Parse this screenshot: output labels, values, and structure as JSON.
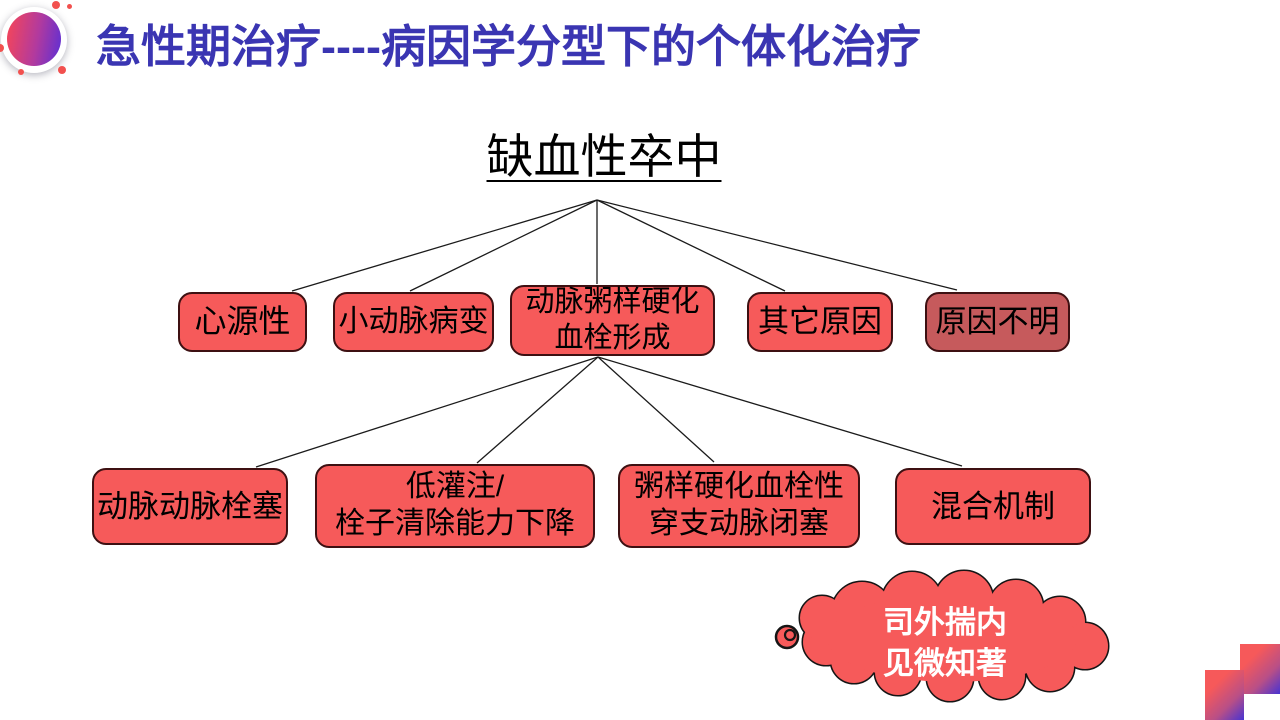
{
  "title": "急性期治疗----病因学分型下的个体化治疗",
  "heading": "缺血性卒中",
  "diagram": {
    "level1": [
      {
        "label": "心源性"
      },
      {
        "label": "小动脉病变"
      },
      {
        "label": "动脉粥样硬化\n血栓形成"
      },
      {
        "label": "其它原因"
      },
      {
        "label": "原因不明"
      }
    ],
    "level2": [
      {
        "label": "动脉动脉栓塞"
      },
      {
        "label": "低灌注/\n栓子清除能力下降"
      },
      {
        "label": "粥样硬化血栓性\n穿支动脉闭塞"
      },
      {
        "label": "混合机制"
      }
    ]
  },
  "callout": {
    "text": "司外揣内\n见微知著"
  },
  "icons": {
    "logo": "gradient-circle-logo",
    "callout_shape": "cloud-callout"
  },
  "colors": {
    "title_text": "#3A35B2",
    "node_fill": "#F65A5A",
    "node_fill_muted": "#C65A5C",
    "node_border": "#3D1012",
    "connector": "#1B1B1B",
    "callout_fill": "#F65A5A",
    "callout_text": "#FFFFFF",
    "corner_gradient_start": "#F6595A",
    "corner_gradient_end": "#4733D2"
  }
}
